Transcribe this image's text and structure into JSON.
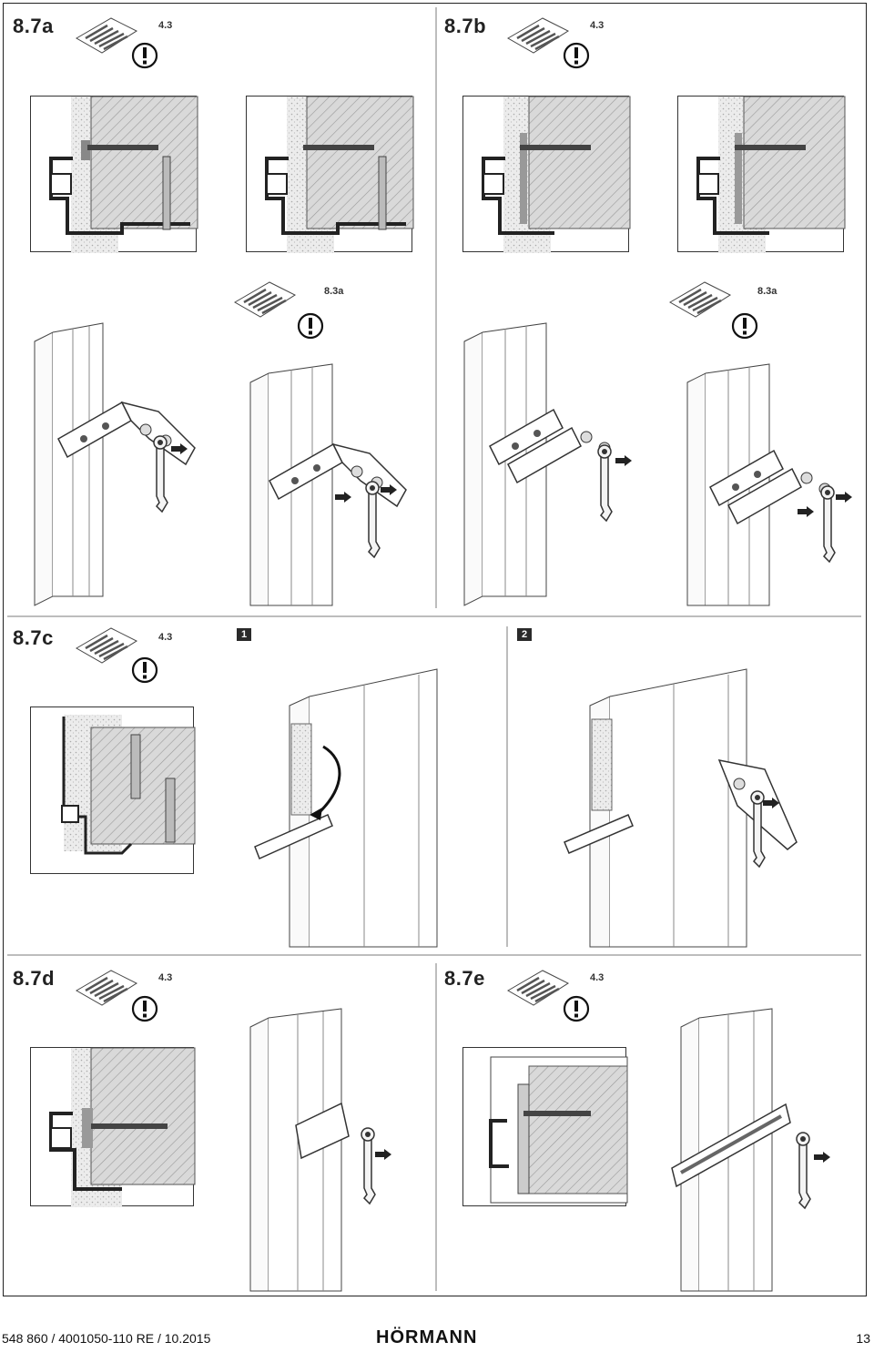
{
  "sections": {
    "s87a": {
      "label": "8.7a",
      "ref": "4.3",
      "detail_ref": "8.3a"
    },
    "s87b": {
      "label": "8.7b",
      "ref": "4.3",
      "detail_ref": "8.3a"
    },
    "s87c": {
      "label": "8.7c",
      "ref": "4.3",
      "steps": [
        "1",
        "2"
      ]
    },
    "s87d": {
      "label": "8.7d",
      "ref": "4.3"
    },
    "s87e": {
      "label": "8.7e",
      "ref": "4.3"
    }
  },
  "footer": {
    "doc_number": "548 860 / 4001050-110  RE / 10.2015",
    "brand": "HÖRMANN",
    "page_number": "13"
  },
  "icons": [
    "document-reference-icon",
    "warning-icon",
    "wrench-icon",
    "arrow-icon"
  ]
}
